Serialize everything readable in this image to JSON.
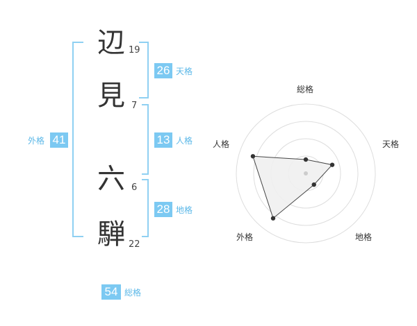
{
  "name": {
    "chars": [
      {
        "char": "辺",
        "strokes": "19"
      },
      {
        "char": "見",
        "strokes": "7"
      },
      {
        "char": "六",
        "strokes": "6"
      },
      {
        "char": "騨",
        "strokes": "22"
      }
    ]
  },
  "grades": {
    "tenkaku": {
      "value": "26",
      "label": "天格"
    },
    "jinkaku": {
      "value": "13",
      "label": "人格"
    },
    "chikaku": {
      "value": "28",
      "label": "地格"
    },
    "gaikaku": {
      "value": "41",
      "label": "外格"
    },
    "soukaku": {
      "value": "54",
      "label": "総格"
    }
  },
  "chart_data": {
    "type": "radar",
    "axes": [
      "総格",
      "天格",
      "地格",
      "外格",
      "人格"
    ],
    "values": [
      0.2,
      0.4,
      0.2,
      0.8,
      0.8
    ],
    "max": 1,
    "rings": 4,
    "colors": {
      "fill": "#f0f0f0",
      "line": "#444444",
      "grid": "#dddddd",
      "point": "#333333"
    }
  }
}
